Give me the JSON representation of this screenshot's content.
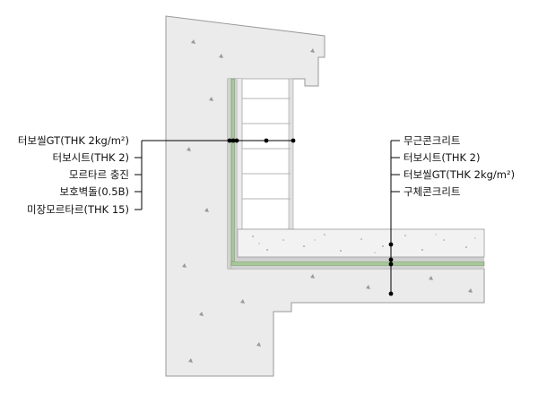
{
  "colors": {
    "concrete": "#ebebeb",
    "concrete_edge": "#9a9a9a",
    "membrane_green": "#a9c79a",
    "membrane_dark": "#6f8f66",
    "sheet": "#d2d2d2",
    "brick_fill": "#ffffff",
    "brick_line": "#b5b5b5",
    "leader": "#000000"
  },
  "left_labels": [
    "터보씰GT(THK 2kg/m²)",
    "터보시트(THK 2)",
    "모르타르 충진",
    "보호벽돌(0.5B)",
    "미장모르타르(THK 15)"
  ],
  "right_labels": [
    "무근콘크리트",
    "터보시트(THK 2)",
    "터보씰GT(THK 2kg/m²)",
    "구체콘크리트"
  ]
}
